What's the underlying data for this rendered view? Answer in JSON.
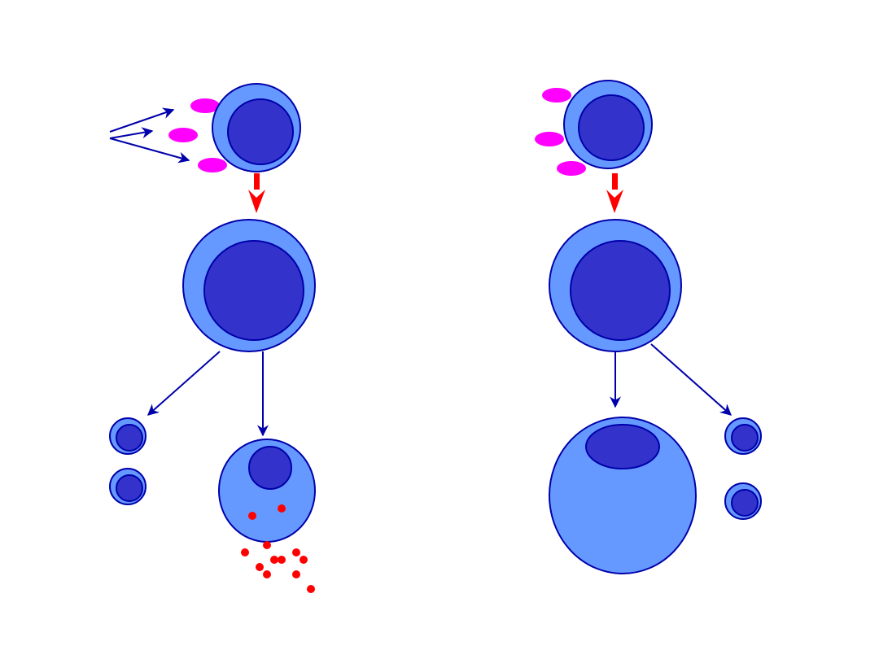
{
  "colors": {
    "background": "#ffffff",
    "cell_fill": "#6699ff",
    "nucleus_fill": "#3333cc",
    "outline": "#0000aa",
    "antigen": "#ff00ff",
    "activation_arrow": "#ff0000",
    "granule": "#ff0000",
    "thin_arrow": "#0000aa"
  },
  "panels": [
    {
      "id": "left",
      "bound_particles": 3,
      "incoming_arrows": 3,
      "progeny": [
        "small-cell",
        "small-cell",
        "cell-releasing-granules"
      ]
    },
    {
      "id": "right",
      "bound_particles": 3,
      "incoming_arrows": 0,
      "progeny": [
        "large-cell",
        "small-cell",
        "small-cell"
      ]
    }
  ]
}
